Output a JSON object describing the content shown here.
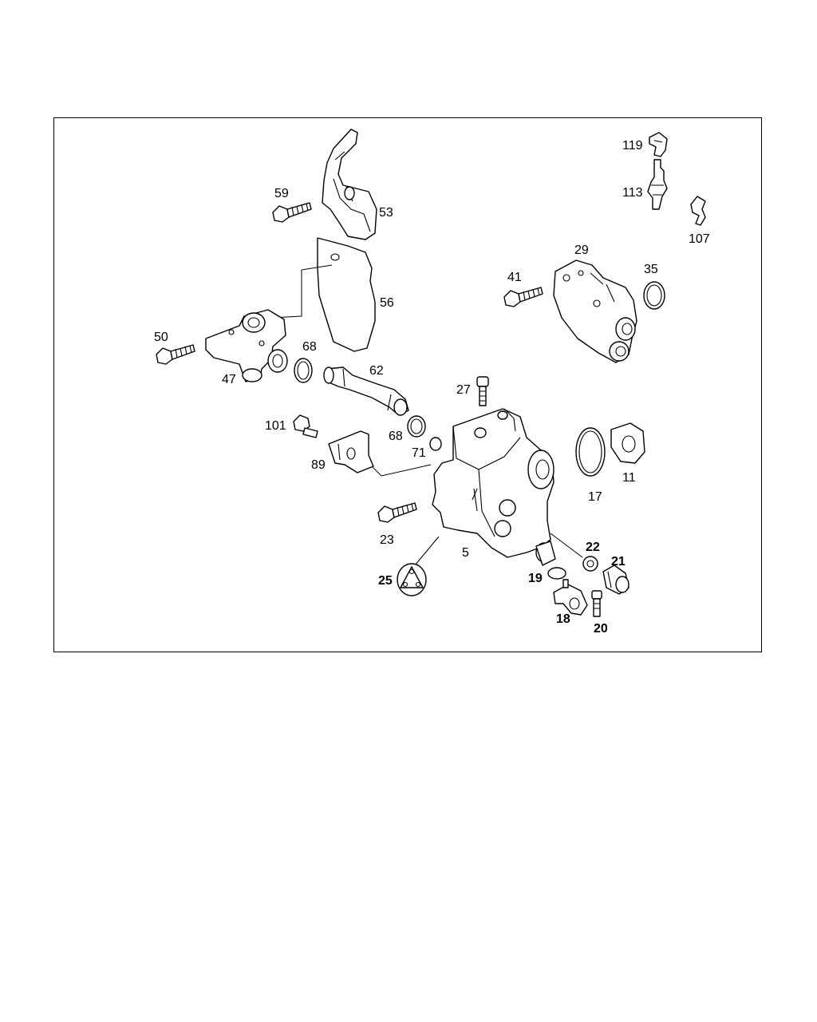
{
  "callouts": {
    "p119": "119",
    "p113": "113",
    "p107": "107",
    "p59": "59",
    "p53": "53",
    "p56": "56",
    "p29": "29",
    "p35": "35",
    "p41": "41",
    "p50": "50",
    "p47": "47",
    "p68a": "68",
    "p62": "62",
    "p27": "27",
    "p68b": "68",
    "p101": "101",
    "p71": "71",
    "p89": "89",
    "p17": "17",
    "p11": "11",
    "p23": "23",
    "p5": "5",
    "p22": "22",
    "p21": "21",
    "p25": "25",
    "p19": "19",
    "p18": "18",
    "p20": "20"
  },
  "icons": {
    "frame": "diagram-frame",
    "pump": "high-pressure-pump",
    "bolt": "bolt"
  }
}
